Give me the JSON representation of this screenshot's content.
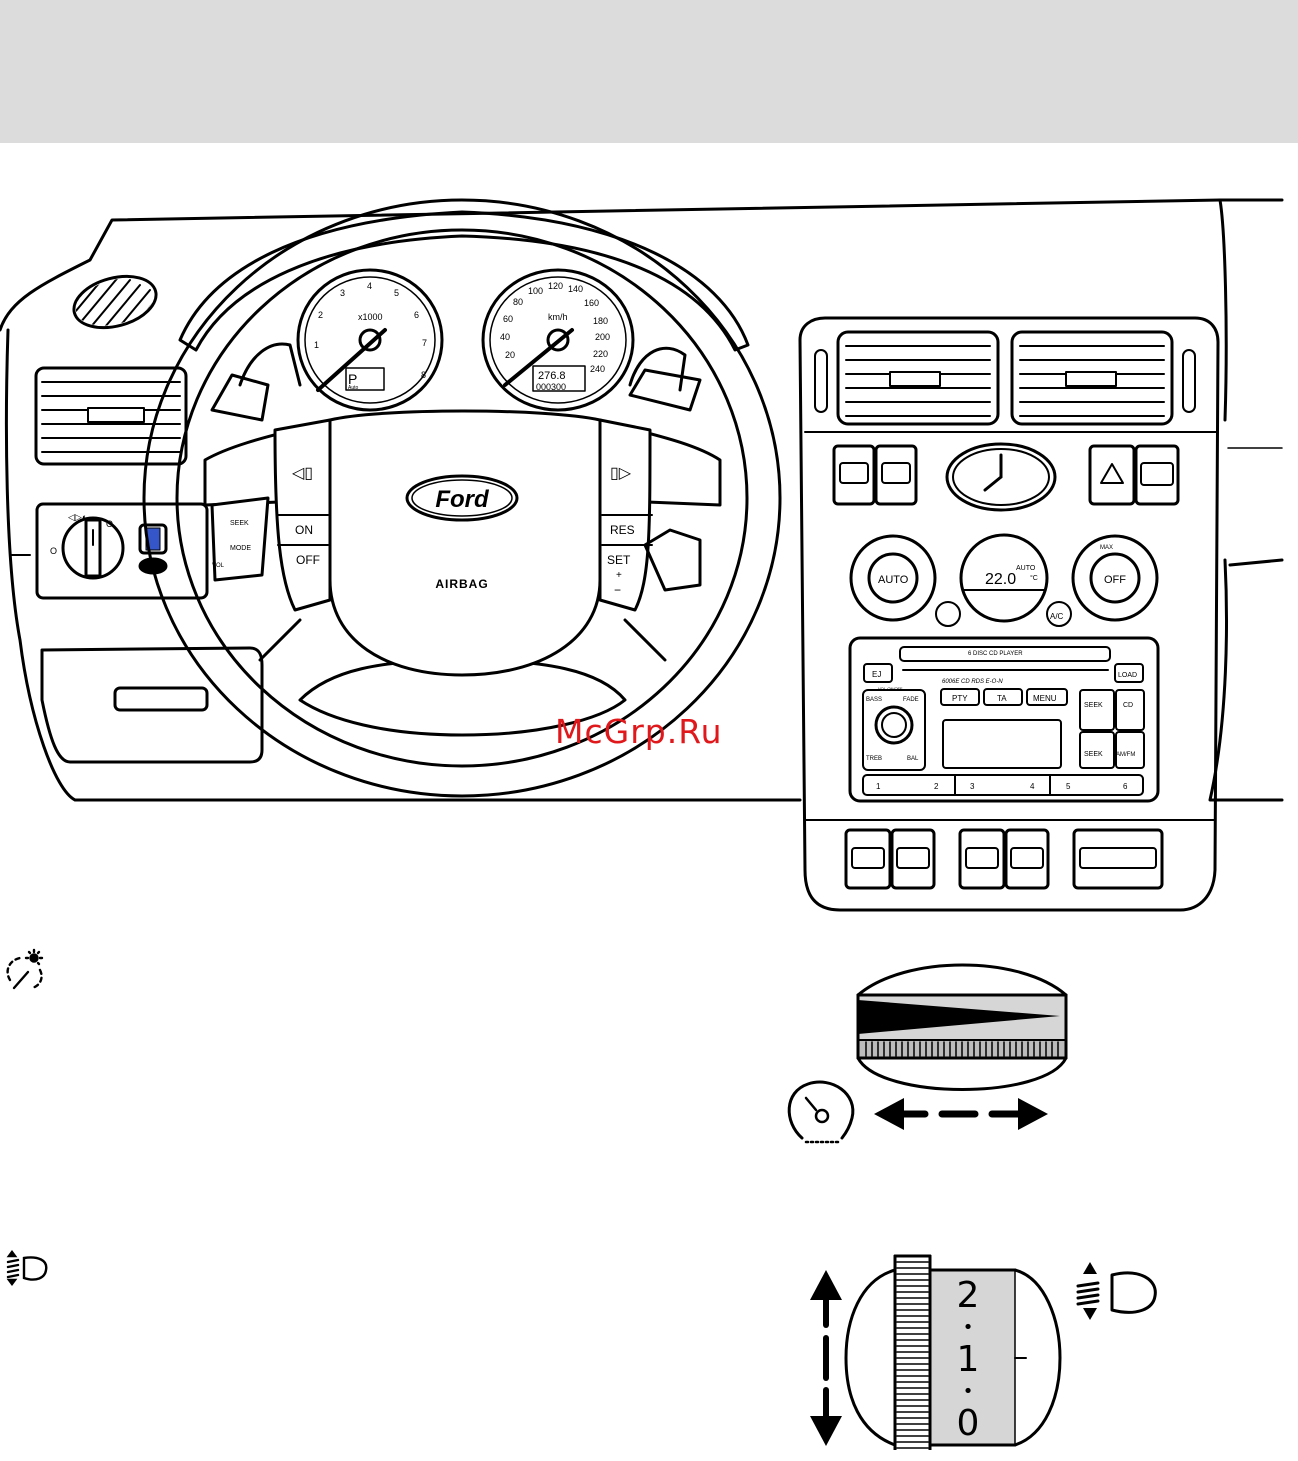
{
  "watermark": "McGrp.Ru",
  "dashboard": {
    "steering_badge": "Ford",
    "airbag_label": "AIRBAG",
    "cruise_on": "ON",
    "cruise_off": "OFF",
    "cruise_res": "RES",
    "cruise_set": "SET",
    "plus": "+",
    "minus": "−",
    "tacho_unit": "x1000",
    "tacho_ticks": [
      "1",
      "2",
      "3",
      "4",
      "5",
      "6",
      "7",
      "8"
    ],
    "speedo_unit": "km/h",
    "speedo_ticks": [
      "20",
      "40",
      "60",
      "80",
      "100",
      "120",
      "140",
      "160",
      "180",
      "200",
      "220",
      "240"
    ],
    "gear_display": "P",
    "gear_sub": "Auto",
    "odo_trip": "276.8",
    "odo_total": "000300",
    "seek_label": "SEEK",
    "mode_label": "MODE",
    "vol_label": "VOL",
    "climate": {
      "auto_button": "AUTO",
      "off_button": "OFF",
      "ac_button": "A/C",
      "display_auto": "AUTO",
      "display_temp": "22.0",
      "display_unit": "°C",
      "max_label": "MAX"
    },
    "radio": {
      "title": "6 DISC CD PLAYER",
      "model": "6006E  CD RDS E-O-N",
      "vol_label": "VOL-ON/OFF",
      "ej": "EJ",
      "load": "LOAD",
      "bass": "BASS",
      "fade": "FADE",
      "treb": "TREB",
      "bal": "BAL",
      "pty": "PTY",
      "ta": "TA",
      "menu": "MENU",
      "seek": "SEEK",
      "cd": "CD",
      "amfm": "AM/FM",
      "presets": [
        "1",
        "2",
        "3",
        "4",
        "5",
        "6"
      ]
    }
  },
  "sections": {
    "instrument_illumination": {
      "icon": "instrument-illumination-symbol"
    },
    "headlamp_levelling": {
      "icon": "headlamp-levelling-symbol",
      "wheel_positions": [
        "2",
        "•",
        "1",
        "•",
        "0"
      ]
    }
  }
}
